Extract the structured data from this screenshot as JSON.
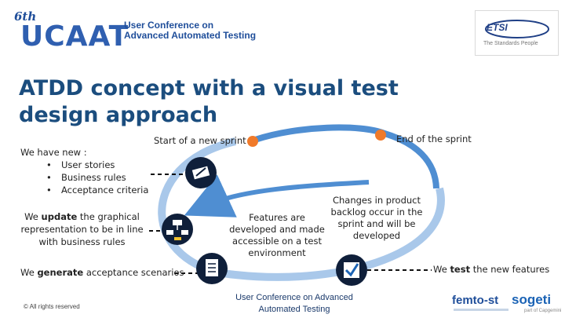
{
  "header": {
    "ucaat": {
      "edition": "6th",
      "word": "UCAAT",
      "tagline": "User Conference on\nAdvanced Automated Testing"
    },
    "etsi": {
      "word": "ETSI",
      "tagline": "The Standards People"
    }
  },
  "title": "ATDD concept with a visual test design approach",
  "cycle": {
    "start_label": "Start of a new sprint",
    "end_label": "End of the sprint"
  },
  "left": {
    "new_heading": "We have new :",
    "new_items": [
      "User stories",
      "Business rules",
      "Acceptance criteria"
    ],
    "update_prefix": "We ",
    "update_emph": "update",
    "update_suffix": " the graphical representation to be in line with business rules",
    "generate_prefix": "We ",
    "generate_emph": "generate",
    "generate_suffix": " acceptance scenarios"
  },
  "center": {
    "features": "Features are developed and made accessible on a test environment",
    "changes": "Changes in product backlog occur in the sprint and will be developed"
  },
  "right": {
    "test_prefix": "We ",
    "test_emph": "test",
    "test_suffix": " the new features"
  },
  "footer": {
    "copyright": "© All rights reserved",
    "conference": "User Conference on Advanced Automated Testing",
    "femto": "femto-st",
    "sogeti": "sogeti",
    "sogeti_sub": "part of Capgemini"
  },
  "colors": {
    "ring": "#4f8ed2",
    "ring_light": "#a9c8ea",
    "marker": "#f07a2a",
    "icon_bg": "#0f1f3a",
    "title": "#1b4d7e"
  },
  "icons": [
    "pencil-paper-icon",
    "flowchart-icon",
    "checklist-icon",
    "checkbox-icon"
  ]
}
